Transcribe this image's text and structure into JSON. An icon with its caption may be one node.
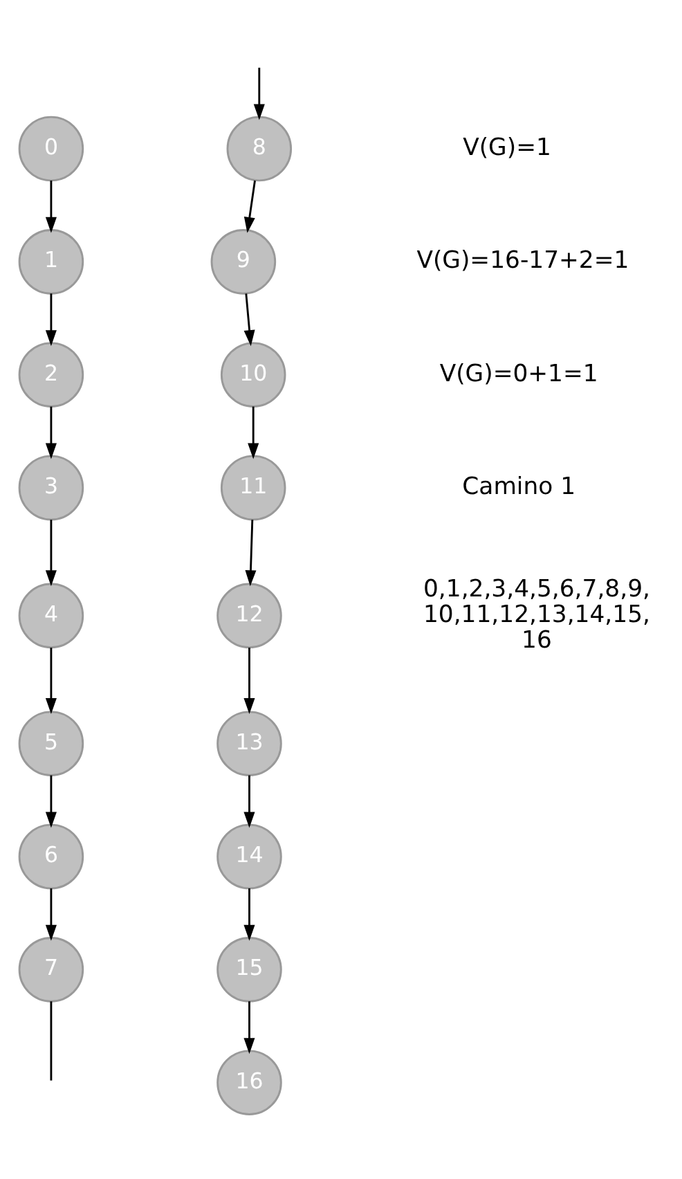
{
  "diagram": {
    "nodes": [
      {
        "text": [
          "0"
        ]
      },
      {
        "text": [
          "1"
        ]
      },
      {
        "text": [
          "2"
        ]
      },
      {
        "text": [
          "3"
        ]
      },
      {
        "text": [
          "4"
        ]
      },
      {
        "text": [
          "5"
        ]
      },
      {
        "text": [
          "6"
        ]
      },
      {
        "text": [
          "7"
        ]
      },
      {
        "text": [
          "8"
        ]
      },
      {
        "text": [
          "9"
        ]
      },
      {
        "text": [
          "10"
        ]
      },
      {
        "text": [
          "11"
        ]
      },
      {
        "text": [
          "12"
        ]
      },
      {
        "text": [
          "13"
        ]
      },
      {
        "text": [
          "14"
        ]
      },
      {
        "text": [
          "15"
        ]
      },
      {
        "text": [
          "16"
        ]
      }
    ],
    "edges": [
      {
        "from": 0,
        "to": 1,
        "arrow": "to"
      },
      {
        "from": 1,
        "to": 2,
        "arrow": "to"
      },
      {
        "from": 2,
        "to": 3,
        "arrow": "to"
      },
      {
        "from": 3,
        "to": 4,
        "arrow": "to"
      },
      {
        "from": 4,
        "to": 5,
        "arrow": "to"
      },
      {
        "from": 5,
        "to": 6,
        "arrow": "to"
      },
      {
        "from": 6,
        "to": 7,
        "arrow": "to"
      },
      {
        "from": 7,
        "to": null,
        "arrow": "none"
      },
      {
        "from": null,
        "to": 8,
        "arrow": "to"
      },
      {
        "from": 8,
        "to": 9,
        "arrow": "to"
      },
      {
        "from": 9,
        "to": 10,
        "arrow": "to"
      },
      {
        "from": 10,
        "to": 11,
        "arrow": "to"
      },
      {
        "from": 11,
        "to": 12,
        "arrow": "to"
      },
      {
        "from": 12,
        "to": 13,
        "arrow": "to"
      },
      {
        "from": 13,
        "to": 14,
        "arrow": "to"
      },
      {
        "from": 14,
        "to": 15,
        "arrow": "to"
      },
      {
        "from": 15,
        "to": 16,
        "arrow": "to"
      }
    ],
    "labels": [
      "V(G)=1",
      "V(G)=16-17+2=1",
      "V(G)=0+1=1",
      "Camino 1",
      "0,1,2,3,4,5,6,7,8,9, 10,11,12,13,14,15, 16"
    ]
  }
}
